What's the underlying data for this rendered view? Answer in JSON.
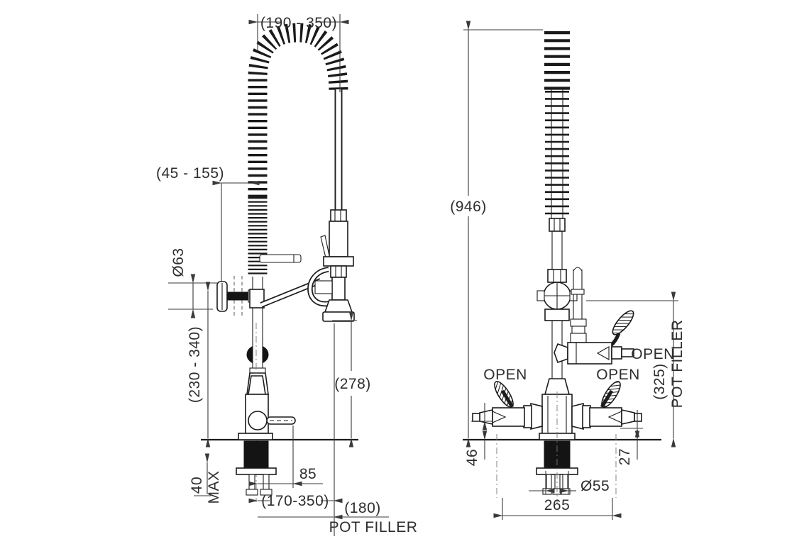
{
  "drawing": {
    "kind": "pre-rinse tap technical drawing, two orthographic views",
    "units": "mm"
  },
  "side_view": {
    "dims": {
      "hose_arch_span": "(190 - 350)",
      "wall_bracket_range": "(45 - 155)",
      "bracket_flange_dia": "Ø63",
      "bracket_height_range": "(230 - 340)",
      "head_clearance": "(278)",
      "deck_max_value": "40",
      "deck_max_suffix": "MAX",
      "lever_reach": "85",
      "hose_reach_range": "(170-350)",
      "pot_filler_reach": "(180)",
      "pot_filler_label": "POT FILLER"
    }
  },
  "front_view": {
    "dims": {
      "overall_height": "(946)",
      "pot_filler_height": "(325)",
      "pot_filler_label": "POT FILLER",
      "left_valve_clearance": "46",
      "right_valve_clearance": "27",
      "shank_dia": "Ø55",
      "valve_spread": "265"
    },
    "labels": {
      "open_left": "OPEN",
      "open_right": "OPEN",
      "open_pot_filler": "OPEN"
    }
  },
  "colors": {
    "line": "#1c1c1c",
    "dimension": "#3a3a3a",
    "background": "#ffffff"
  }
}
